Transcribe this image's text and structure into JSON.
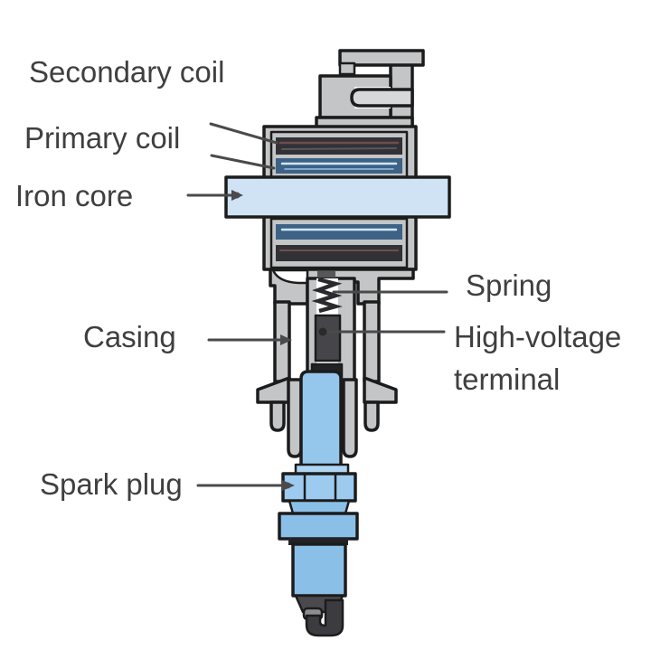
{
  "labels": {
    "secondary_coil": "Secondary coil",
    "primary_coil": "Primary coil",
    "iron_core": "Iron core",
    "spring": "Spring",
    "casing": "Casing",
    "high_voltage_terminal": "High-voltage terminal",
    "spark_plug": "Spark plug"
  },
  "colors": {
    "background": "#ffffff",
    "outline": "#1c1c1c",
    "metal_gray": "#c3c5c6",
    "pin_gray": "#d6d8d9",
    "iron_core_blue": "#cfe3f4",
    "insulator_blue": "#95c7ec",
    "spark_plug_blue": "#8ac0e8",
    "hex_blue": "#9dcbf0",
    "washer_blue": "#aed5f2",
    "winding_dark": "#323236",
    "winding_blue": "#3d6286",
    "terminal_dark": "#46464a",
    "electrode_gray": "#8e8e92",
    "tip_dark": "#4a4a4e",
    "ground_electrode_dark": "#3c3c40",
    "band_dark": "#232326",
    "label_text": "#3f3f3f",
    "leader_line": "#4a4a4a"
  }
}
